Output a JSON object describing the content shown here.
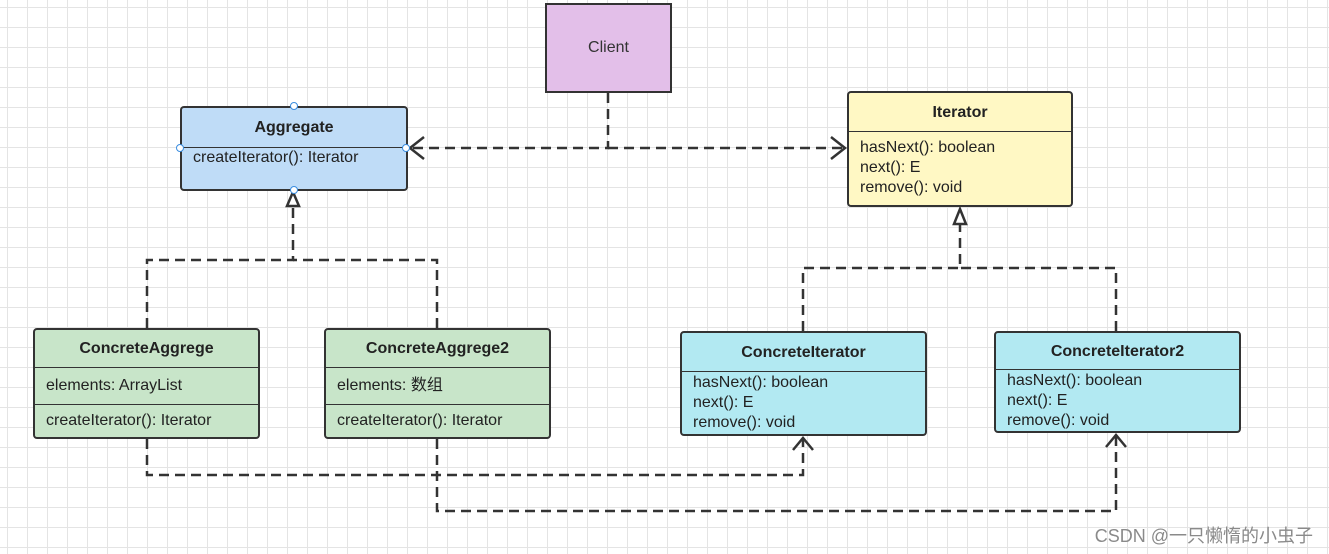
{
  "diagram": {
    "client": {
      "label": "Client"
    },
    "aggregate": {
      "title": "Aggregate",
      "methods": [
        "createIterator(): Iterator"
      ]
    },
    "iterator": {
      "title": "Iterator",
      "methods": [
        "hasNext(): boolean",
        "next(): E",
        "remove(): void"
      ]
    },
    "concrete_aggregate_1": {
      "title": "ConcreteAggrege",
      "fields": [
        "elements: ArrayList"
      ],
      "methods": [
        "createIterator(): Iterator"
      ]
    },
    "concrete_aggregate_2": {
      "title": "ConcreteAggrege2",
      "fields": [
        "elements: 数组"
      ],
      "methods": [
        "createIterator(): Iterator"
      ]
    },
    "concrete_iterator_1": {
      "title": "ConcreteIterator",
      "methods": [
        "hasNext(): boolean",
        "next(): E",
        "remove(): void"
      ]
    },
    "concrete_iterator_2": {
      "title": "ConcreteIterator2",
      "methods": [
        "hasNext(): boolean",
        "next(): E",
        "remove(): void"
      ]
    },
    "edges": [
      {
        "from": "Client",
        "to": "Aggregate",
        "type": "dependency"
      },
      {
        "from": "Client",
        "to": "Iterator",
        "type": "dependency"
      },
      {
        "from": "ConcreteAggrege",
        "to": "Aggregate",
        "type": "realization"
      },
      {
        "from": "ConcreteAggrege2",
        "to": "Aggregate",
        "type": "realization"
      },
      {
        "from": "ConcreteIterator",
        "to": "Iterator",
        "type": "realization"
      },
      {
        "from": "ConcreteIterator2",
        "to": "Iterator",
        "type": "realization"
      },
      {
        "from": "ConcreteAggrege",
        "to": "ConcreteIterator",
        "type": "dependency"
      },
      {
        "from": "ConcreteAggrege2",
        "to": "ConcreteIterator2",
        "type": "dependency"
      }
    ]
  },
  "colors": {
    "client_fill": "#e3bfe9",
    "aggregate_fill": "#bfdcf7",
    "iterator_fill": "#fff8c4",
    "concrete_aggregate_fill": "#c8e5c9",
    "concrete_iterator_fill": "#b2e9f2",
    "line": "#333333"
  },
  "watermark": "CSDN @一只懒惰的小虫子"
}
